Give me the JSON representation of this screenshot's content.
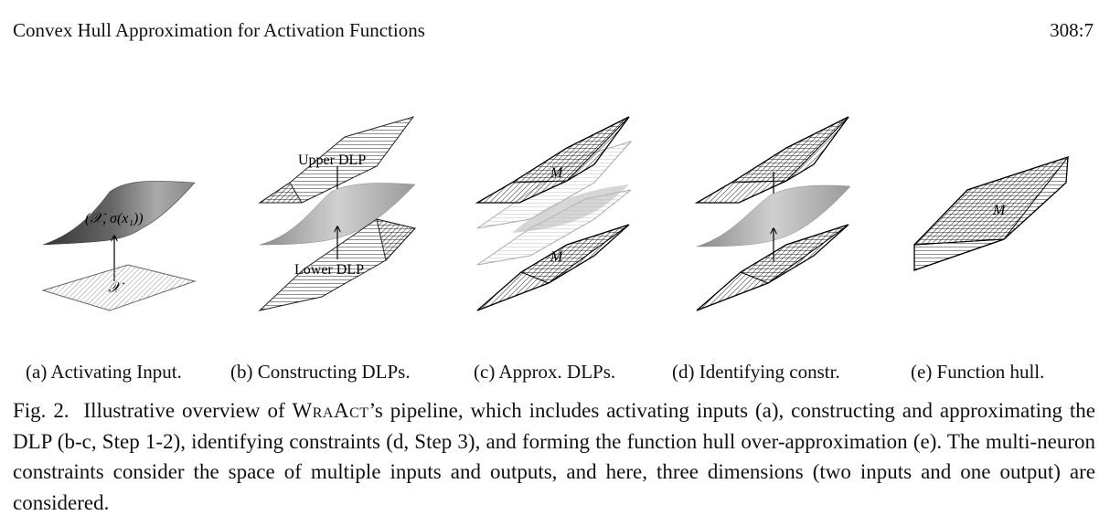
{
  "header": {
    "running_title": "Convex Hull Approximation for Activation Functions",
    "page_number": "308:7"
  },
  "figure": {
    "panel_a": {
      "surface_label": "(𝒳, σ(x₁))",
      "domain_label": "𝒳"
    },
    "panel_b": {
      "upper_label": "Upper DLP",
      "lower_label": "Lower DLP"
    },
    "panel_c": {
      "upper_label": "M",
      "lower_label": "M"
    },
    "panel_e": {
      "label": "M"
    },
    "subcaptions": {
      "a": "(a) Activating Input.",
      "b": "(b) Constructing DLPs.",
      "c": "(c) Approx. DLPs.",
      "d": "(d) Identifying constr.",
      "e": "(e) Function hull."
    }
  },
  "caption": {
    "label": "Fig. 2.",
    "intro": "Illustrative overview of",
    "method_name": "WraAct",
    "rest": "’s pipeline, which includes activating inputs (a), constructing and approximating the DLP (b-c, Step 1-2), identifying constraints (d, Step 3), and forming the function hull over-approximation (e). The multi-neuron constraints consider the space of multiple inputs and outputs, and here, three dimensions (two inputs and one output) are considered."
  }
}
